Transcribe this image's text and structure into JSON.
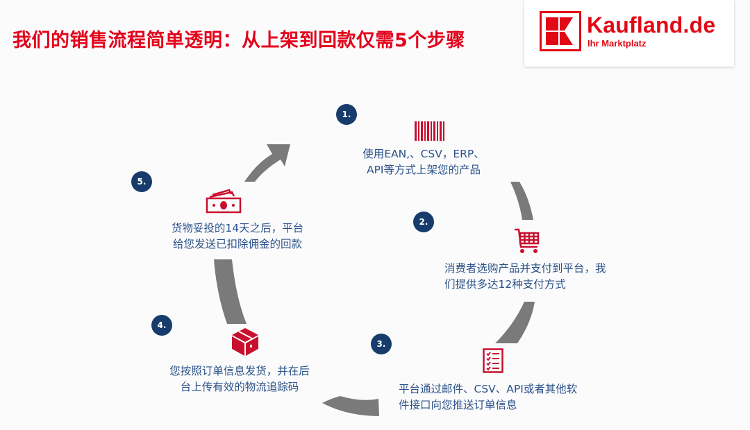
{
  "header": {
    "title": "我们的销售流程简单透明：从上架到回款仅需5个步骤"
  },
  "logo": {
    "brand": "Kaufland.de",
    "tagline": "Ihr Marktplatz",
    "icon": "kaufland-k-logo-icon",
    "brand_color": "#e10915"
  },
  "colors": {
    "title": "#e3001b",
    "badge": "#173c6b",
    "icon": "#c8102e",
    "text": "#2b5288",
    "arrow": "#7a7a7a"
  },
  "steps": [
    {
      "number": "1.",
      "icon": "barcode-icon",
      "lines": [
        "使用EAN,、CSV，ERP、",
        "API等方式上架您的产品"
      ]
    },
    {
      "number": "2.",
      "icon": "shopping-cart-icon",
      "lines": [
        "消费者选购产品并支付到平台，我",
        "们提供多达12种支付方式"
      ]
    },
    {
      "number": "3.",
      "icon": "checklist-icon",
      "lines": [
        "平台通过邮件、CSV、API或者其他软",
        "件接口向您推送订单信息"
      ]
    },
    {
      "number": "4.",
      "icon": "package-box-icon",
      "lines": [
        "您按照订单信息发货，并在后",
        "台上传有效的物流追踪码"
      ]
    },
    {
      "number": "5.",
      "icon": "banknotes-icon",
      "lines": [
        "货物妥投的14天之后，平台",
        "给您发送已扣除佣金的回款"
      ]
    }
  ]
}
